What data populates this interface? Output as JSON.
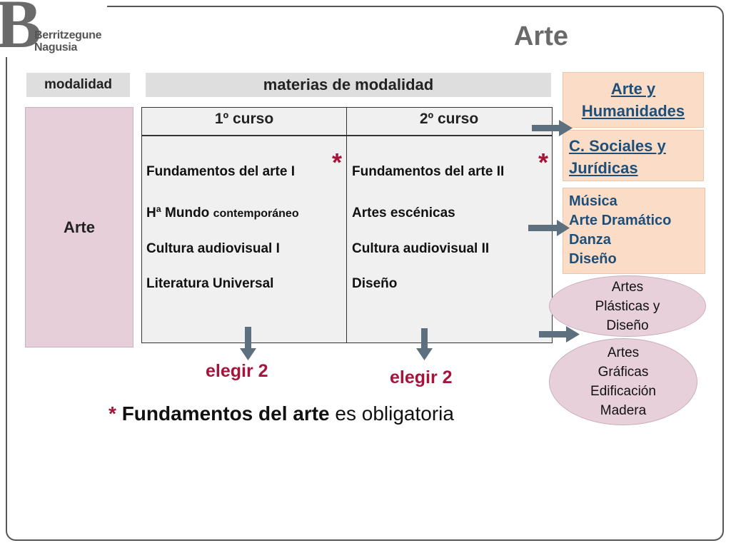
{
  "logo": {
    "letter": "B",
    "line1": "Berritzegune",
    "line2": "Nagusia"
  },
  "title": "Arte",
  "headers": {
    "modalidad": "modalidad",
    "materias": "materias de modalidad"
  },
  "modalidad": "Arte",
  "table": {
    "col1_header": "1º curso",
    "col2_header": "2º curso",
    "col1": [
      "Fundamentos del arte I",
      "Hª Mundo",
      "contemporáneo",
      "Cultura audiovisual I",
      "Literatura Universal"
    ],
    "col2": [
      "Fundamentos del arte II",
      "Artes escénicas",
      "Cultura audiovisual  II",
      "Diseño"
    ],
    "star": "*"
  },
  "elegir": [
    "elegir 2",
    "elegir 2"
  ],
  "note": {
    "star": "*",
    "bold": "Fundamentos del arte",
    "rest": " es obligatoria"
  },
  "destinations": {
    "arte_humanidades": "Arte y Humanidades",
    "sociales": "C. Sociales y Jurídicas",
    "ensenanzas": [
      "Música",
      "Arte Dramático",
      "Danza",
      "Diseño"
    ],
    "plasticas": [
      "Artes",
      "Plásticas y",
      "Diseño"
    ],
    "graficas": [
      "Artes",
      "Gráficas",
      "Edificación",
      "Madera"
    ]
  },
  "colors": {
    "accent": "#a5143a",
    "link": "#1d4f7b",
    "peach": "#fbdcc6",
    "pink": "#e6cfd8",
    "arrow": "#5d7080"
  }
}
